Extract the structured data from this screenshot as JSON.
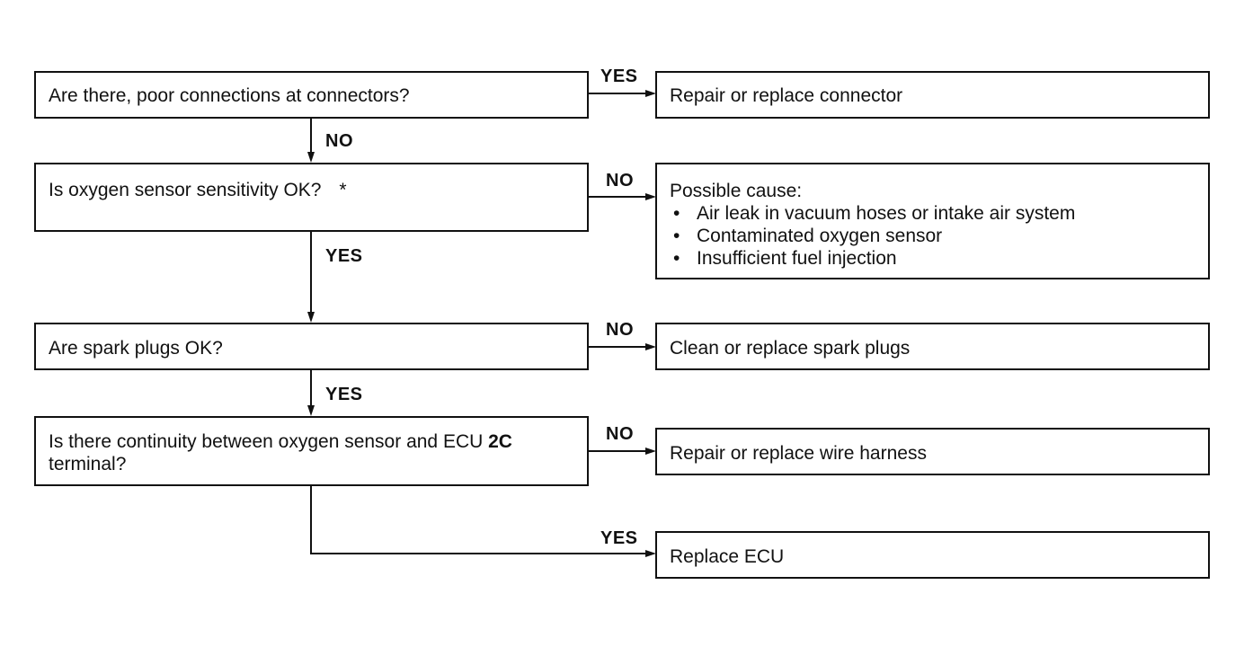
{
  "questions": {
    "q1": "Are there, poor connections at connectors?",
    "q2": "Is oxygen sensor sensitivity OK?",
    "q2_mark": "*",
    "q3": "Are spark plugs OK?",
    "q4_pre": "Is there continuity between oxygen sensor and ECU",
    "q4_terminal": "2C",
    "q4_post": "terminal?"
  },
  "actions": {
    "a1": "Repair or replace connector",
    "a2_heading": "Possible cause:",
    "a2_items": [
      "Air leak in vacuum hoses or intake air system",
      "Contaminated oxygen sensor",
      "Insufficient fuel injection"
    ],
    "a3": "Clean or replace spark plugs",
    "a4": "Repair or replace wire harness",
    "a5": "Replace ECU"
  },
  "labels": {
    "q1_yes": "YES",
    "q1_no": "NO",
    "q2_no": "NO",
    "q2_yes": "YES",
    "q3_no": "NO",
    "q3_yes": "YES",
    "q4_no": "NO",
    "q4_yes": "YES"
  },
  "colors": {
    "ink": "#111111",
    "paper": "#ffffff"
  }
}
